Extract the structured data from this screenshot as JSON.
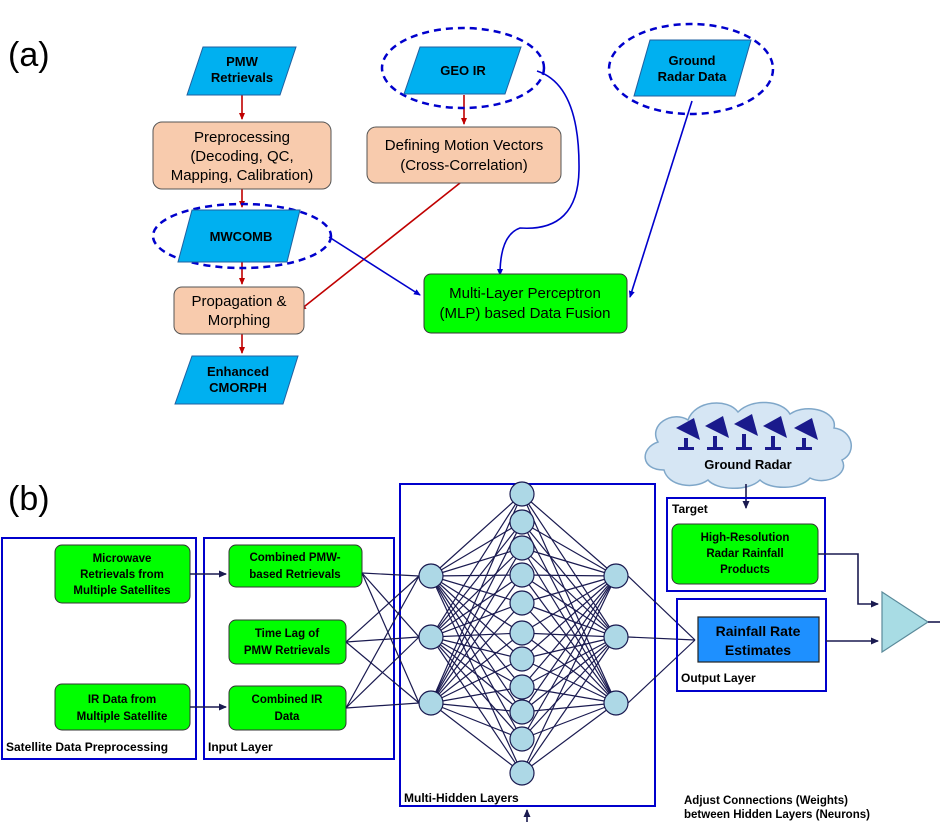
{
  "panel_a": {
    "label": "(a)",
    "pmw_retrievals": [
      "PMW",
      "Retrievals"
    ],
    "geo_ir": "GEO IR",
    "ground_radar_data": [
      "Ground",
      "Radar Data"
    ],
    "preprocessing": [
      "Preprocessing",
      "(Decoding, QC,",
      "Mapping, Calibration)"
    ],
    "motion_vectors": [
      "Defining Motion Vectors",
      "(Cross-Correlation)"
    ],
    "mwcomb": "MWCOMB",
    "mlp_fusion": [
      "Multi-Layer Perceptron",
      "(MLP) based Data Fusion"
    ],
    "propagation": [
      "Propagation &",
      "Morphing"
    ],
    "enhanced_cmorph": [
      "Enhanced",
      "CMORPH"
    ],
    "colors": {
      "blue_shape": "#00b0f0",
      "orange_box": "#f8cbad",
      "green_box": "#00ff00",
      "dashed": "#0000cc",
      "red_arrow": "#c00000",
      "blue_arrow": "#0000cc"
    }
  },
  "panel_b": {
    "label": "(b)",
    "ground_radar": "Ground Radar",
    "target_label": "Target",
    "radar_products": [
      "High-Resolution",
      "Radar Rainfall",
      "Products"
    ],
    "microwave": [
      "Microwave",
      "Retrievals from",
      "Multiple Satellites"
    ],
    "ir_data": [
      "IR Data from",
      "Multiple Satellite"
    ],
    "sat_preprocessing": "Satellite Data Preprocessing",
    "combined_pmw": [
      "Combined PMW-",
      "based Retrievals"
    ],
    "time_lag": [
      "Time Lag of",
      "PMW Retrievals"
    ],
    "combined_ir": [
      "Combined IR",
      "Data"
    ],
    "input_layer": "Input Layer",
    "hidden_layers": "Multi-Hidden Layers",
    "rainfall": [
      "Rainfall Rate",
      "Estimates"
    ],
    "output_layer": "Output Layer",
    "adjust": [
      "Adjust Connections (Weights)",
      "between Hidden Layers (Neurons)"
    ],
    "colors": {
      "node": "#add8e6",
      "frame": "#0000cc",
      "output_box": "#1e90ff",
      "triangle": "#a8dce4",
      "cloud": "#d6e6f4"
    }
  }
}
